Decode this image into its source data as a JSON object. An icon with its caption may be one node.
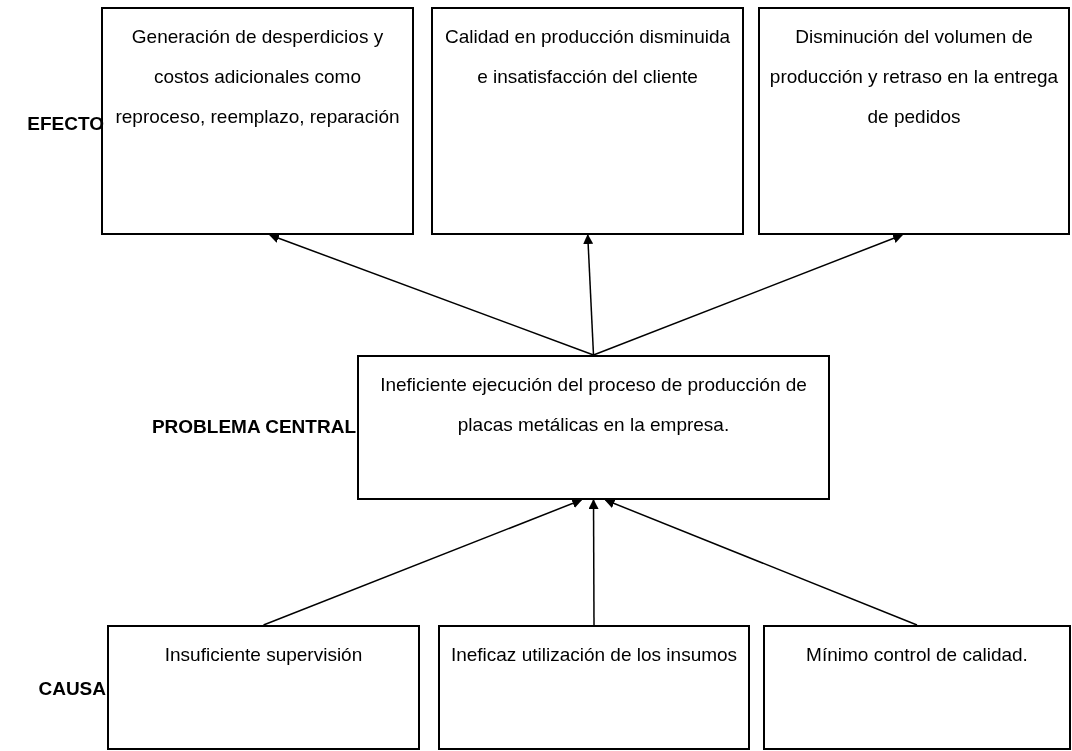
{
  "diagram": {
    "nodes": [
      {
        "text": [
          "Generación de desperdicios y costos adicionales como reproceso, reemplazo, reparación"
        ]
      },
      {
        "text": [
          "Calidad en producción disminuida e insatisfacción del cliente"
        ]
      },
      {
        "text": [
          "Disminución del volumen de producción y retraso en la entrega de pedidos"
        ]
      },
      {
        "text": [
          "Ineficiente ejecución del proceso de producción de placas metálicas en la empresa."
        ]
      },
      {
        "text": [
          "Insuficiente supervisión"
        ]
      },
      {
        "text": [
          "Ineficaz utilización de los insumos"
        ]
      },
      {
        "text": [
          "Mínimo control de calidad."
        ]
      }
    ],
    "edges": [
      {
        "from": 3,
        "to": 0,
        "arrow": "to"
      },
      {
        "from": 3,
        "to": 1,
        "arrow": "to"
      },
      {
        "from": 3,
        "to": 2,
        "arrow": "to"
      },
      {
        "from": 4,
        "to": 3,
        "arrow": "to"
      },
      {
        "from": 5,
        "to": 3,
        "arrow": "to"
      },
      {
        "from": 6,
        "to": 3,
        "arrow": "to"
      }
    ],
    "labels": [
      "EFECTO",
      "PROBLEMA CENTRAL",
      "CAUSA"
    ]
  }
}
